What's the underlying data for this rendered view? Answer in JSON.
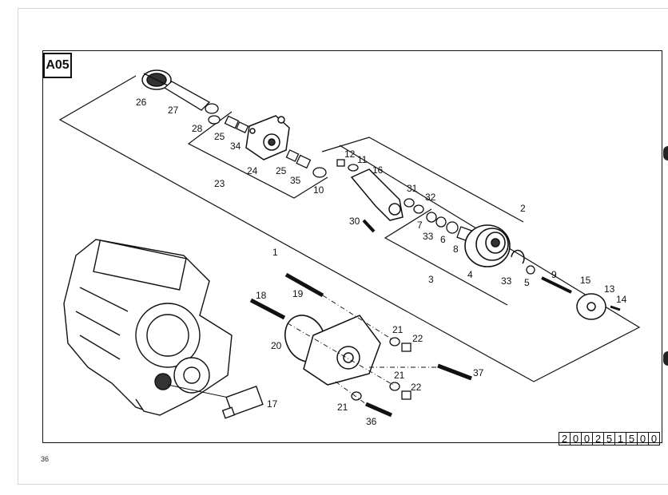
{
  "section_code": "A05",
  "part_code_digits": [
    "2",
    "0",
    "0",
    "2",
    "5",
    "1",
    "5",
    "0",
    "0"
  ],
  "page_number": "36",
  "labels": {
    "l1": "1",
    "l2": "2",
    "l3": "3",
    "l4": "4",
    "l5": "5",
    "l6": "6",
    "l7": "7",
    "l8": "8",
    "l9": "9",
    "l10": "10",
    "l11": "11",
    "l12": "12",
    "l13": "13",
    "l14": "14",
    "l15": "15",
    "l16": "16",
    "l17": "17",
    "l18": "18",
    "l19": "19",
    "l20": "20",
    "l21a": "21",
    "l21b": "21",
    "l21c": "21",
    "l22a": "22",
    "l22b": "22",
    "l23": "23",
    "l24": "24",
    "l25a": "25",
    "l25b": "25",
    "l26": "26",
    "l27": "27",
    "l28": "28",
    "l30": "30",
    "l31": "31",
    "l32": "32",
    "l33a": "33",
    "l33b": "33",
    "l34": "34",
    "l35": "35",
    "l36": "36",
    "l37": "37"
  }
}
